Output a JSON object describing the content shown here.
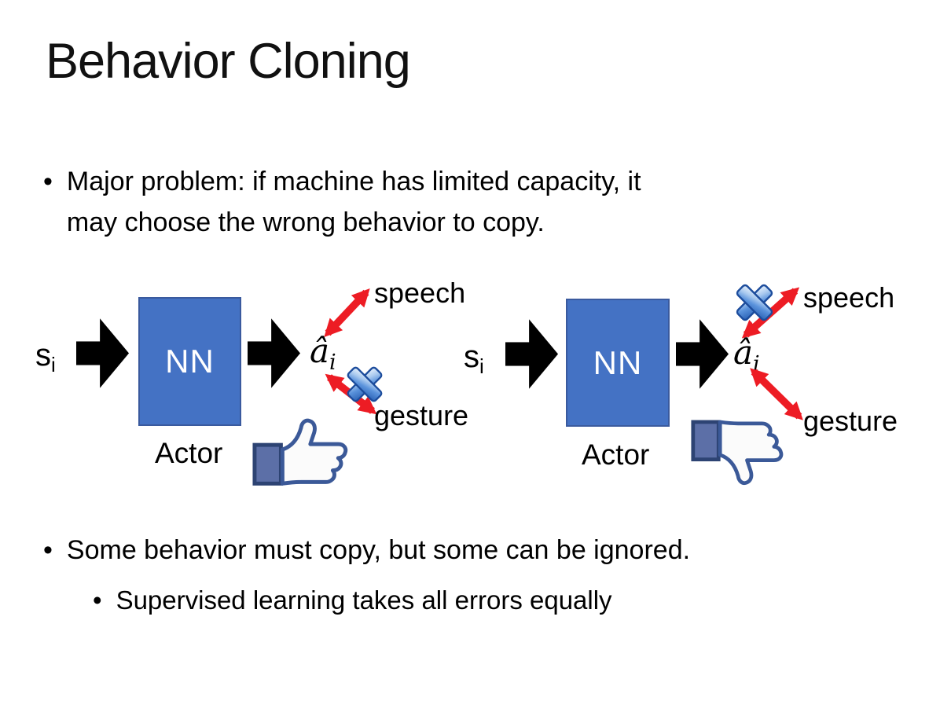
{
  "slide": {
    "title": "Behavior Cloning",
    "bullet_major_problem": {
      "line1": "Major problem: if machine has limited capacity, it",
      "line2": "may choose the wrong behavior to copy."
    },
    "bullet_some_behavior": "Some behavior must copy, but some can be ignored.",
    "sub_bullet_supervised": "Supervised learning takes all errors equally"
  },
  "diagrams": {
    "left": {
      "input": {
        "base": "s",
        "sub": "i"
      },
      "box_label": "NN",
      "caption": "Actor",
      "output": {
        "base": "â",
        "sub": "i"
      },
      "branch_top": "speech",
      "branch_bottom": "gesture",
      "rejected_branch": "gesture",
      "verdict_icon": "thumbs-up"
    },
    "right": {
      "input": {
        "base": "s",
        "sub": "i"
      },
      "box_label": "NN",
      "caption": "Actor",
      "output": {
        "base": "â",
        "sub": "i"
      },
      "branch_top": "speech",
      "branch_bottom": "gesture",
      "rejected_branch": "speech",
      "verdict_icon": "thumbs-down"
    }
  },
  "icons": {
    "flow_arrow": "black-right-arrow",
    "branch_arrow": "red-double-headed-arrow",
    "rejection": "blue-cross",
    "good_feedback": "thumbs-up",
    "bad_feedback": "thumbs-down"
  },
  "colors": {
    "background": "#FFFFFF",
    "text": "#000000",
    "nn_box_fill": "#4472C4",
    "nn_box_border": "#3A5A9E",
    "flow_arrow": "#000000",
    "branch_arrow_red": "#ED1C24",
    "cross_blue": "#3C79CC",
    "thumb_outline": "#3B5998",
    "thumb_cuff": "#5C6FA7"
  }
}
